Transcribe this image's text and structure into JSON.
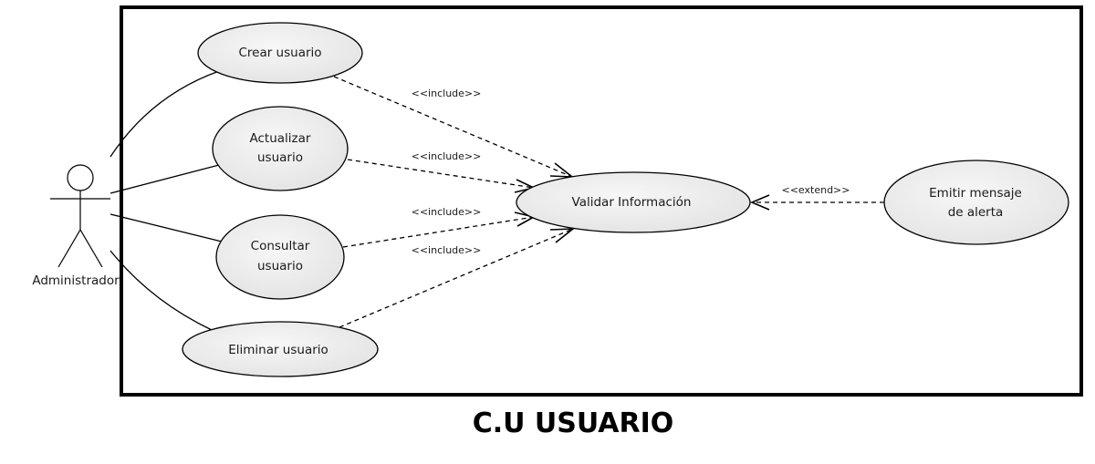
{
  "title": "C.U USUARIO",
  "actor": {
    "name": "Administrador"
  },
  "use_cases": {
    "crear": [
      "Crear usuario"
    ],
    "actualizar": [
      "Actualizar",
      "usuario"
    ],
    "consultar": [
      "Consultar",
      "usuario"
    ],
    "eliminar": [
      "Eliminar usuario"
    ],
    "validar": [
      "Validar Información"
    ],
    "emitir": [
      "Emitir mensaje",
      "de alerta"
    ]
  },
  "relations": {
    "include_1": "<<include>>",
    "include_2": "<<include>>",
    "include_3": "<<include>>",
    "include_4": "<<include>>",
    "extend": "<<extend>>"
  },
  "colors": {
    "ellipse_fill": "#ebebeb",
    "stroke": "#000000",
    "boundary": "#000000"
  }
}
